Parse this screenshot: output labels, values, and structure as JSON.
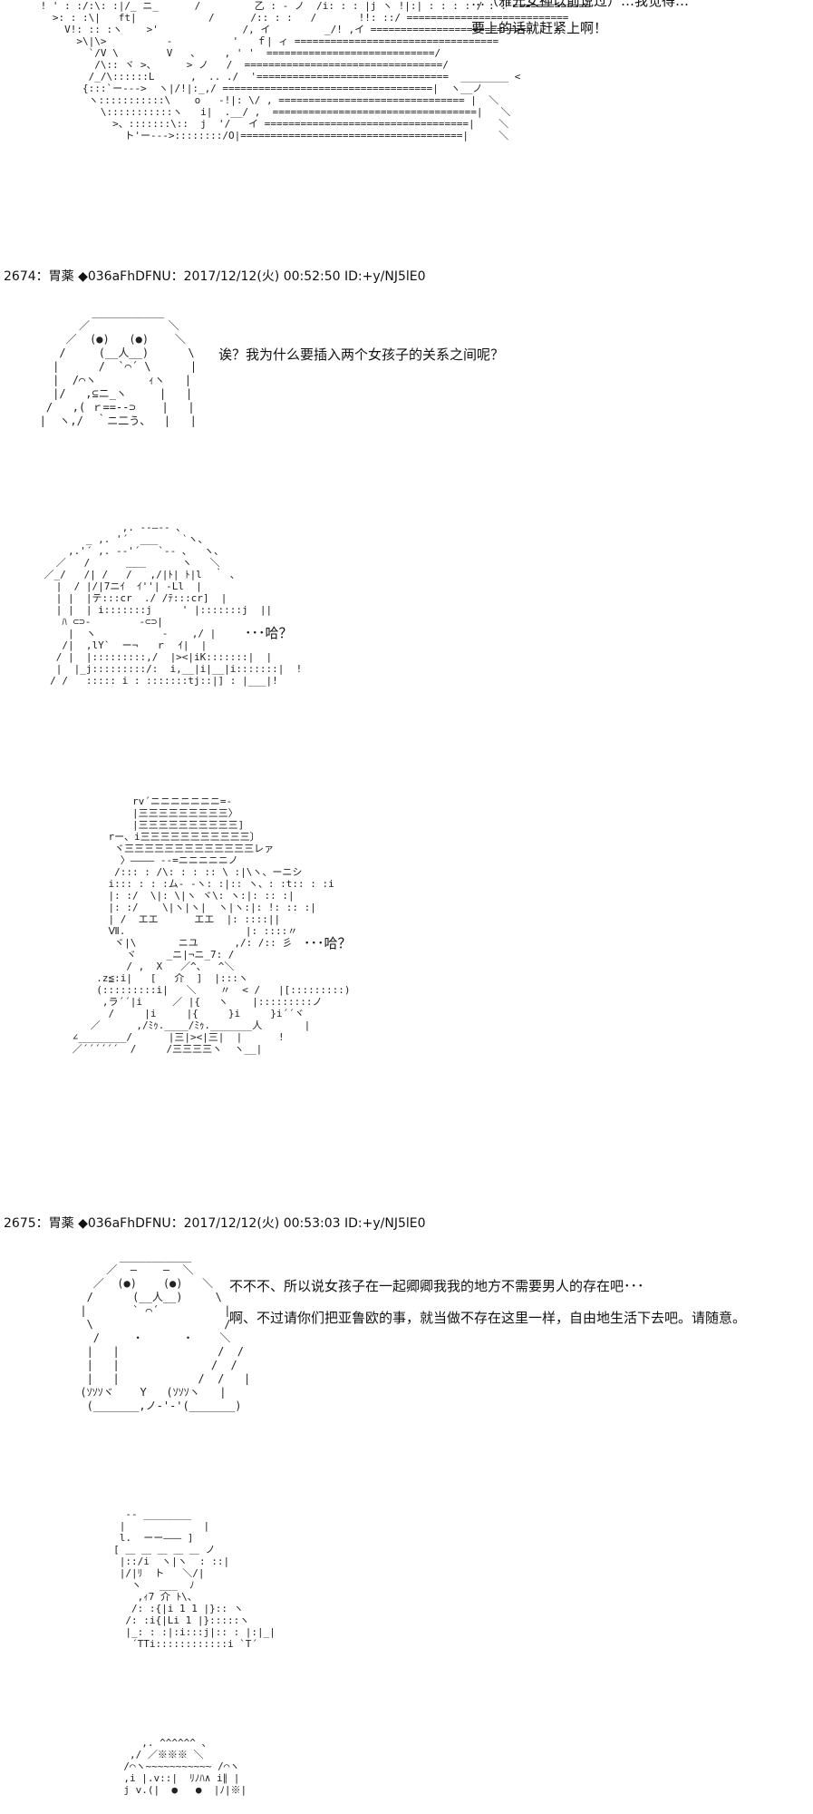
{
  "top": {
    "line1": "…（雅光女神以前说过）…我觉得…",
    "line2": "要上的话就赶紧上啊！"
  },
  "posts": [
    {
      "header": "2674：胃薬 ◆036aFhDFNU：2017/12/12(火) 00:52:50 ID:+y/NJ5lE0",
      "dialogues": [
        "诶？我为什么要插入两个女孩子的关系之间呢？",
        "･･･哈？",
        "･･･哈？"
      ]
    },
    {
      "header": "2675：胃薬 ◆036aFhDFNU：2017/12/12(火) 00:53:03 ID:+y/NJ5lE0",
      "dialogues": [
        "不不不、所以说女孩子在一起卿卿我我的地方不需要男人的存在吧･･･",
        "啊、不过请你们把亚鲁欧的事，就当做不存在这里一样，自由地生活下去吧。请随意。"
      ]
    }
  ]
}
